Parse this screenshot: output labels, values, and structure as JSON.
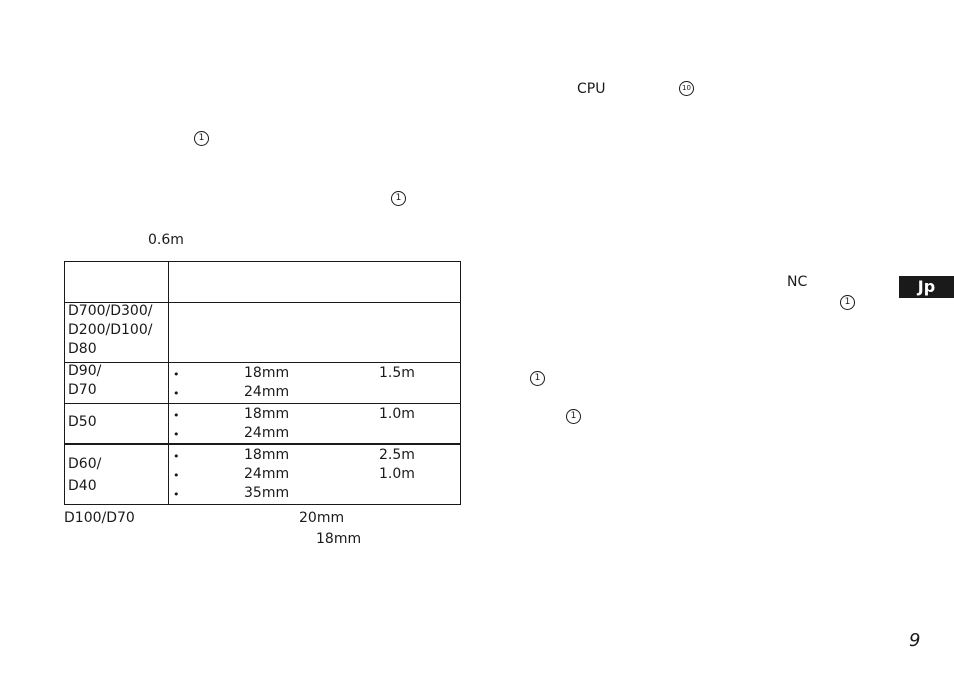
{
  "left": {
    "marker_a": "1",
    "marker_b": "1",
    "distance_note": "0.6m"
  },
  "table": {
    "rows": [
      {
        "camera": [
          "D700/D300/",
          "D200/D100/",
          "D80"
        ],
        "items": []
      },
      {
        "camera": [
          "D90/",
          "D70"
        ],
        "items": [
          {
            "focal": "18mm",
            "distance": "1.5m"
          },
          {
            "focal": "24mm",
            "distance": ""
          }
        ]
      },
      {
        "camera": [
          "D50"
        ],
        "items": [
          {
            "focal": "18mm",
            "distance": "1.0m"
          },
          {
            "focal": "24mm",
            "distance": ""
          }
        ]
      },
      {
        "camera": [
          "D60/",
          "D40"
        ],
        "items": [
          {
            "focal": "18mm",
            "distance": "2.5m"
          },
          {
            "focal": "24mm",
            "distance": "1.0m"
          },
          {
            "focal": "35mm",
            "distance": ""
          }
        ]
      }
    ],
    "bullet": "•"
  },
  "footnote": {
    "model": "D100/D70",
    "focal_a": "20mm",
    "focal_b": "18mm"
  },
  "right": {
    "cpu_label": "CPU",
    "marker_top": "10",
    "nc_label": "NC",
    "marker_nc": "1",
    "marker_c": "1",
    "marker_d": "1"
  },
  "tab_label": "Jp",
  "page_number": "9"
}
